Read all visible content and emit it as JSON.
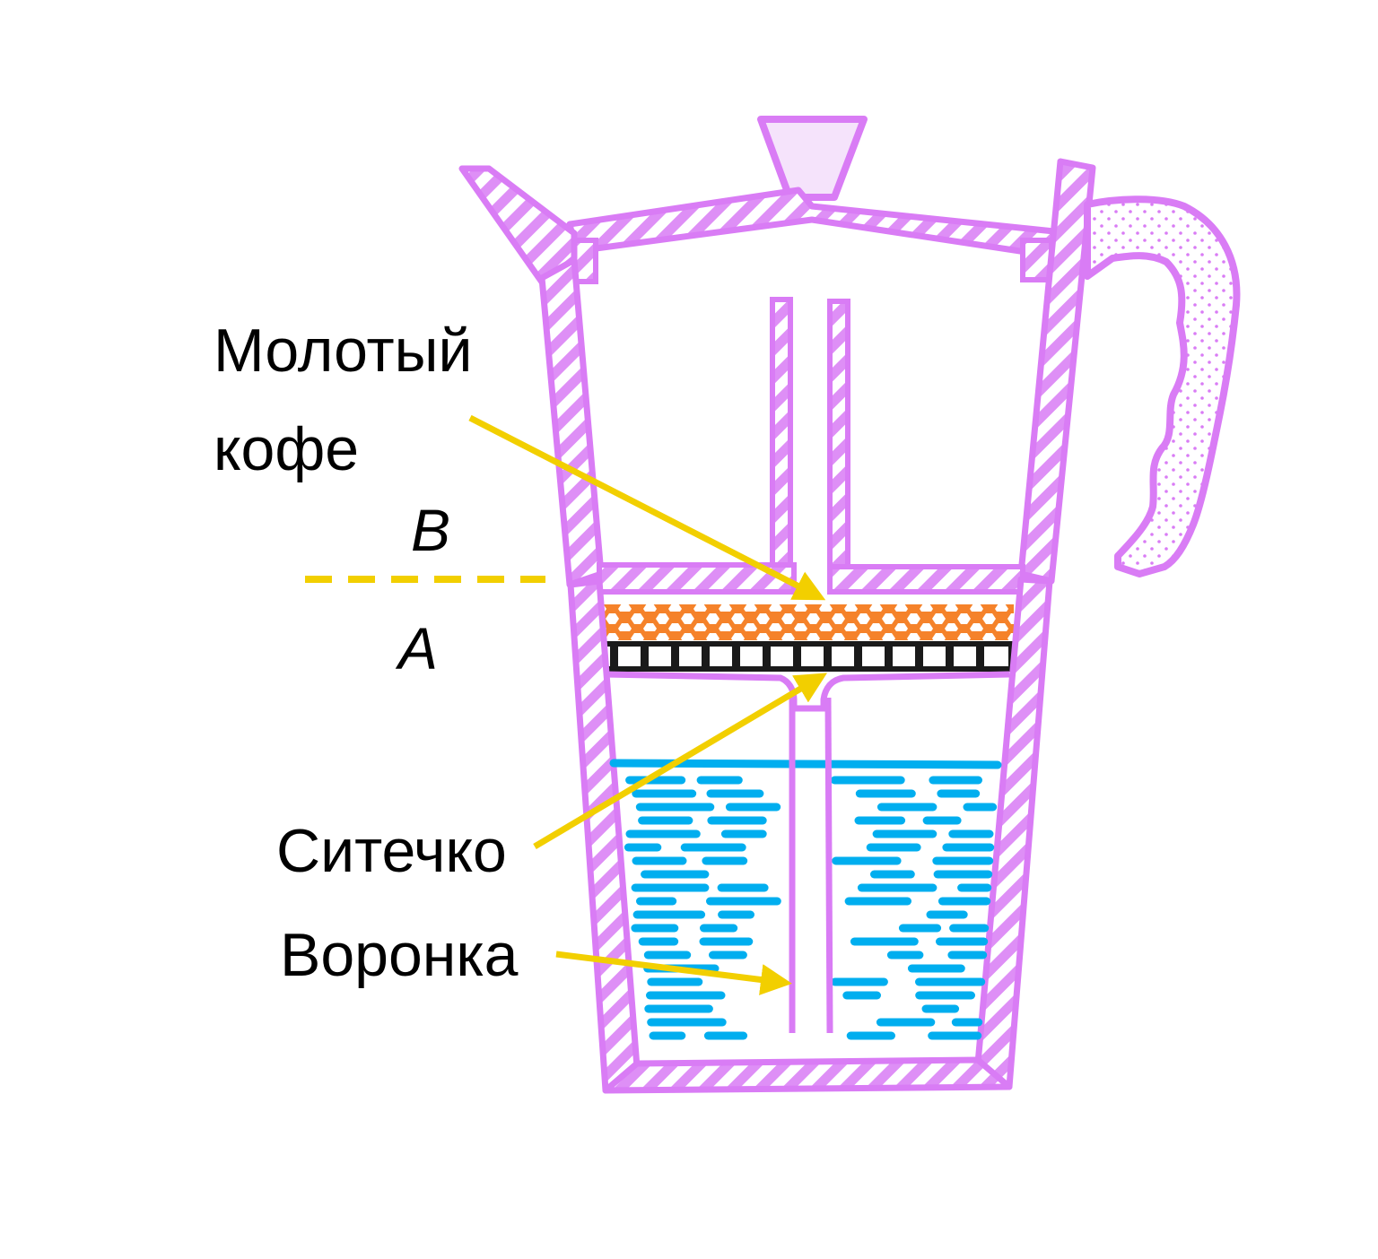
{
  "labels": {
    "ground_coffee_line1": "Молотый",
    "ground_coffee_line2": "кофе",
    "point_b": "B",
    "point_a": "A",
    "strainer": "Ситечко",
    "funnel": "Воронка"
  },
  "colors": {
    "pot_outline": "#d97cf5",
    "pot_fill": "#ffffff",
    "pot_hatch": "#d97cf5",
    "lid_fill": "#f5e3fb",
    "coffee_layer": "#f5822a",
    "strainer_grid": "#1a1a1a",
    "water": "#00aeef",
    "arrow": "#f2cf00",
    "level_line": "#f2cf00",
    "text": "#000000"
  }
}
